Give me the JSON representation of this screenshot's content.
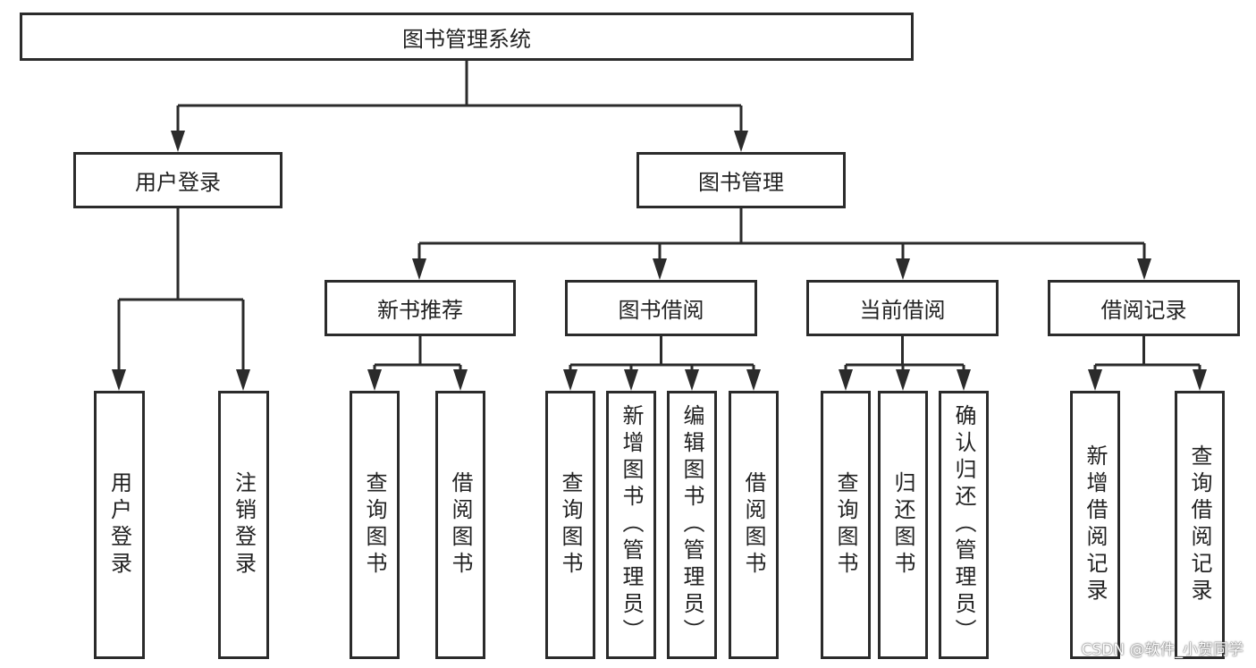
{
  "diagram": {
    "type": "hierarchy",
    "root": {
      "label": "图书管理系统",
      "children": [
        {
          "label": "用户登录",
          "children": [
            {
              "label": "用户登录"
            },
            {
              "label": "注销登录"
            }
          ]
        },
        {
          "label": "图书管理",
          "children": [
            {
              "label": "新书推荐",
              "children": [
                {
                  "label": "查询图书"
                },
                {
                  "label": "借阅图书"
                }
              ]
            },
            {
              "label": "图书借阅",
              "children": [
                {
                  "label": "查询图书"
                },
                {
                  "label": "新增图书（管理员）"
                },
                {
                  "label": "编辑图书（管理员）"
                },
                {
                  "label": "借阅图书"
                }
              ]
            },
            {
              "label": "当前借阅",
              "children": [
                {
                  "label": "查询图书"
                },
                {
                  "label": "归还图书"
                },
                {
                  "label": "确认归还（管理员）"
                }
              ]
            },
            {
              "label": "借阅记录",
              "children": [
                {
                  "label": "新增借阅记录"
                },
                {
                  "label": "查询借阅记录"
                }
              ]
            }
          ]
        }
      ]
    },
    "line_color": "#2b2b2b"
  },
  "watermark": "CSDN @软件_小贺同学"
}
